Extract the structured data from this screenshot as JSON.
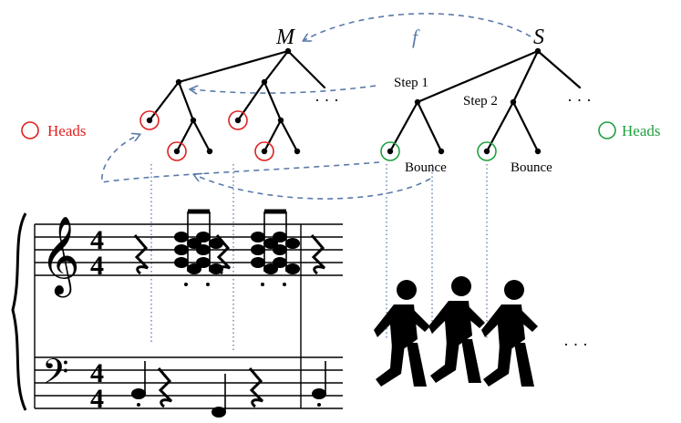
{
  "music_tree": {
    "root_label": "M",
    "heads_label": "Heads",
    "heads_color": "#e02020",
    "ellipsis": "· · ·"
  },
  "motion_tree": {
    "root_label": "S",
    "step1_label": "Step 1",
    "step2_label": "Step 2",
    "bounce_label_1": "Bounce",
    "bounce_label_2": "Bounce",
    "heads_label": "Heads",
    "heads_color": "#20a040",
    "ellipsis": "· · ·"
  },
  "mapping": {
    "function_label": "f",
    "arrow_color": "#5b7aaa"
  },
  "score": {
    "time_signature_top": "4",
    "time_signature_bottom": "4"
  },
  "walkers": {
    "ellipsis": "· · ·"
  }
}
